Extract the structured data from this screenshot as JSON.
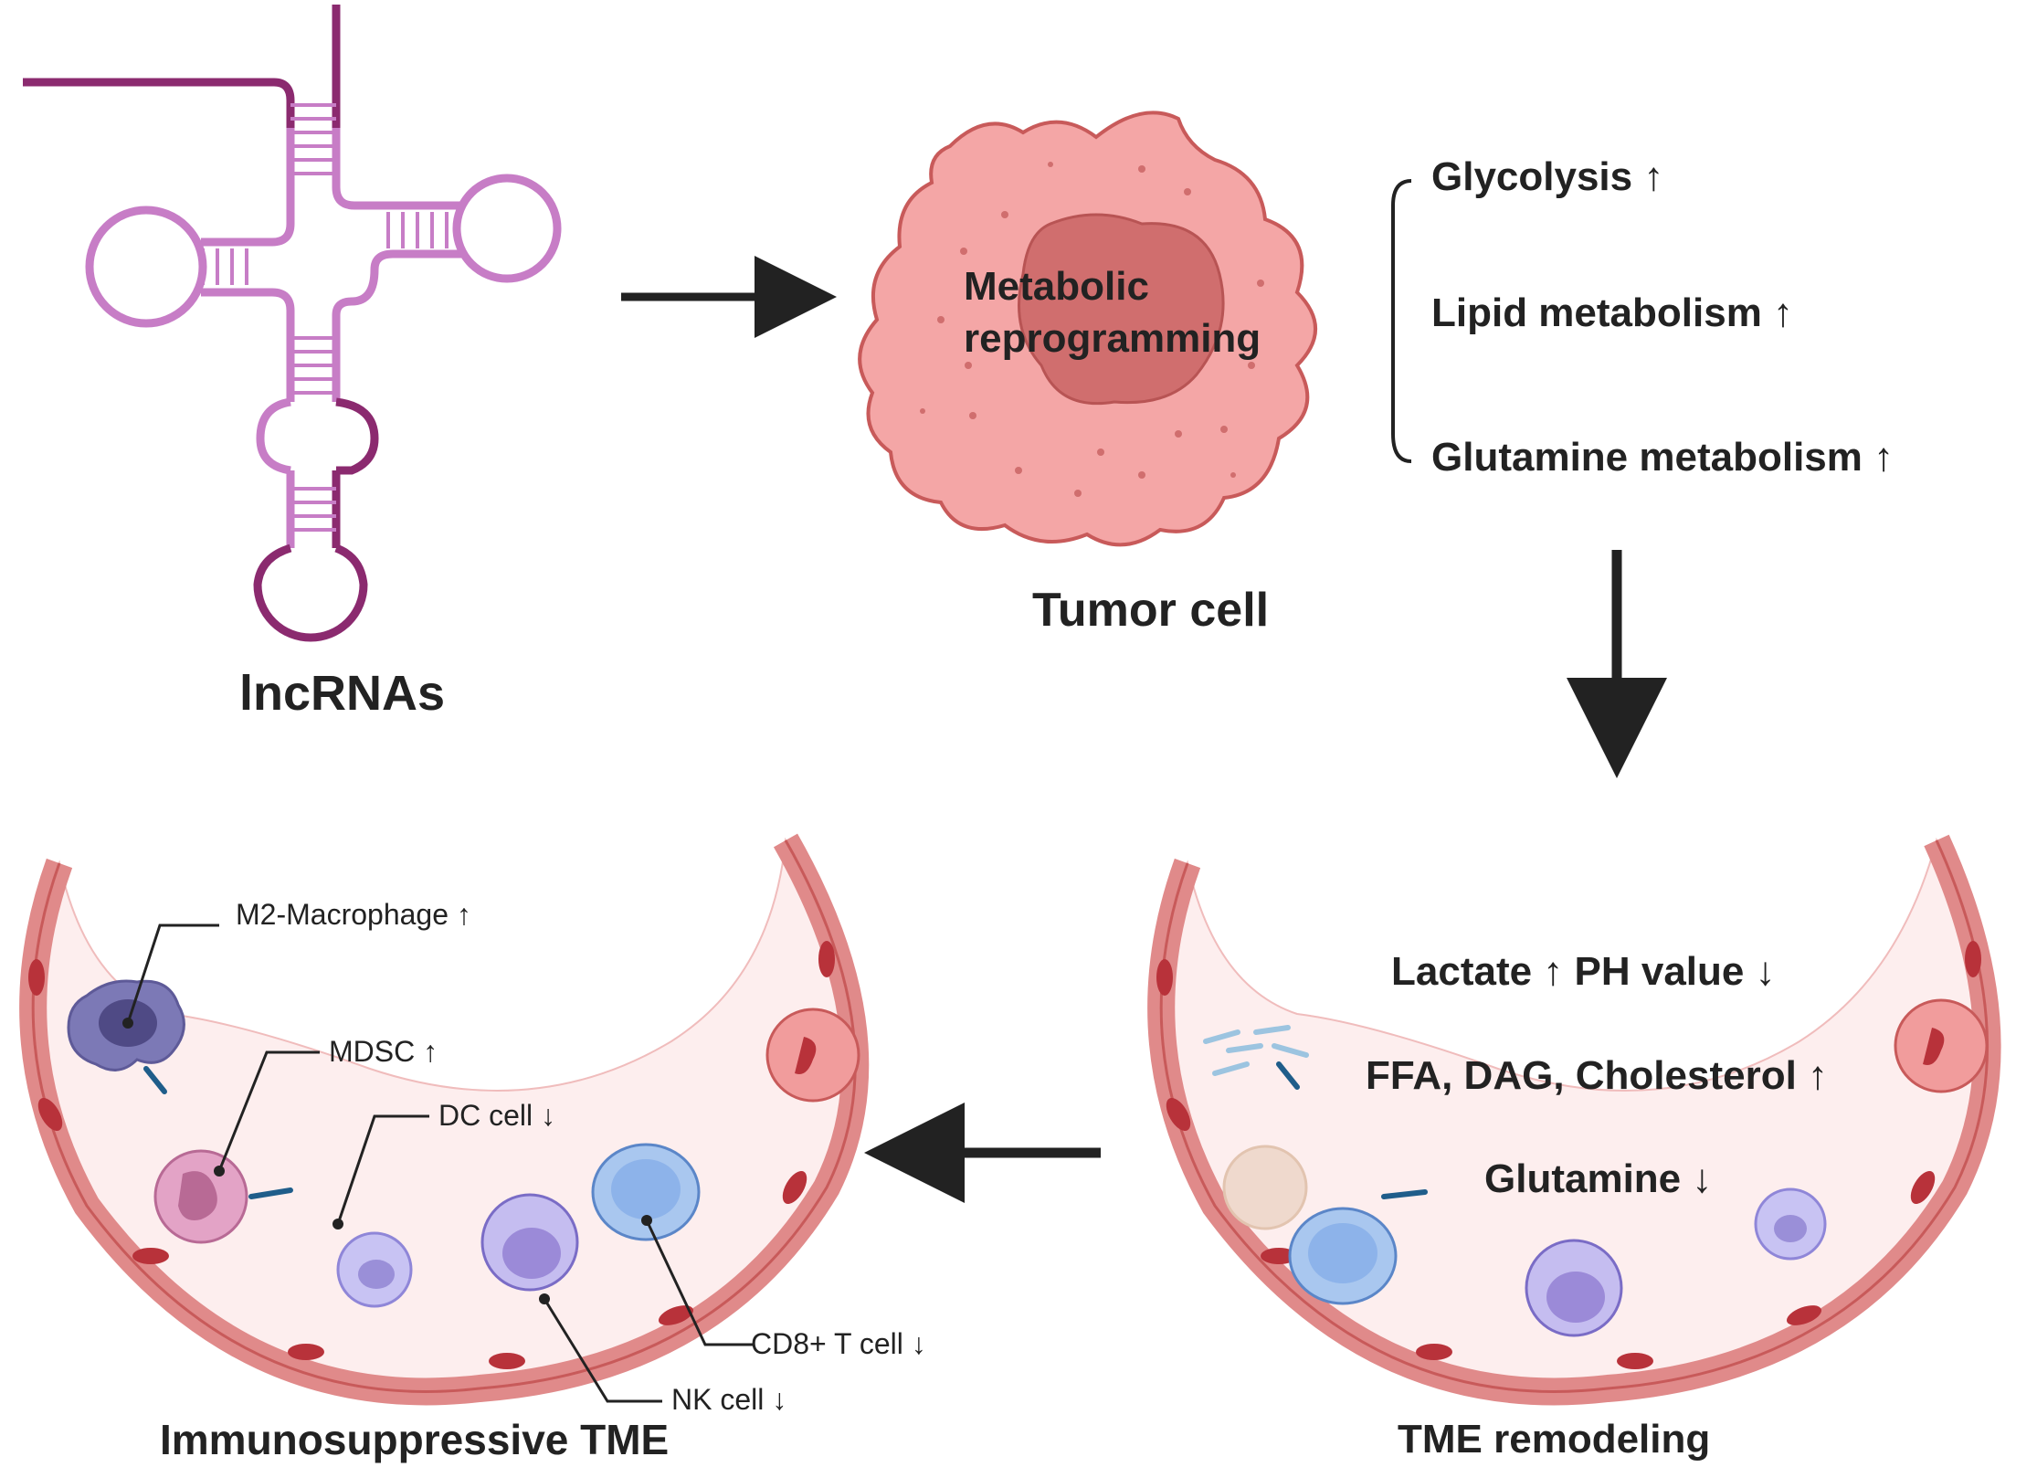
{
  "lncrna": {
    "label": "lncRNAs"
  },
  "tumor": {
    "center_text_1": "Metabolic",
    "center_text_2": "reprogramming",
    "label": "Tumor cell"
  },
  "metabolism": {
    "items": [
      "Glycolysis ↑",
      "Lipid metabolism ↑",
      "Glutamine metabolism ↑"
    ]
  },
  "tme_remodeling": {
    "label": "TME remodeling",
    "lines": [
      "Lactate ↑ PH value ↓",
      "FFA, DAG, Cholesterol ↑",
      "Glutamine ↓"
    ]
  },
  "immunosuppressive": {
    "label": "Immunosuppressive TME",
    "callouts": [
      "M2-Macrophage ↑",
      "MDSC ↑",
      "DC cell ↓",
      "CD8+ T cell ↓",
      "NK cell ↓"
    ]
  },
  "colors": {
    "rna_light": "#c77dc6",
    "rna_dark": "#8b2a6f",
    "tumor_fill": "#f4a6a6",
    "tumor_stroke": "#c85a5a",
    "nucleus": "#d06e6e",
    "vessel_wall": "#e08a8a",
    "vessel_inner": "#fdeeee",
    "arrow": "#222222"
  }
}
